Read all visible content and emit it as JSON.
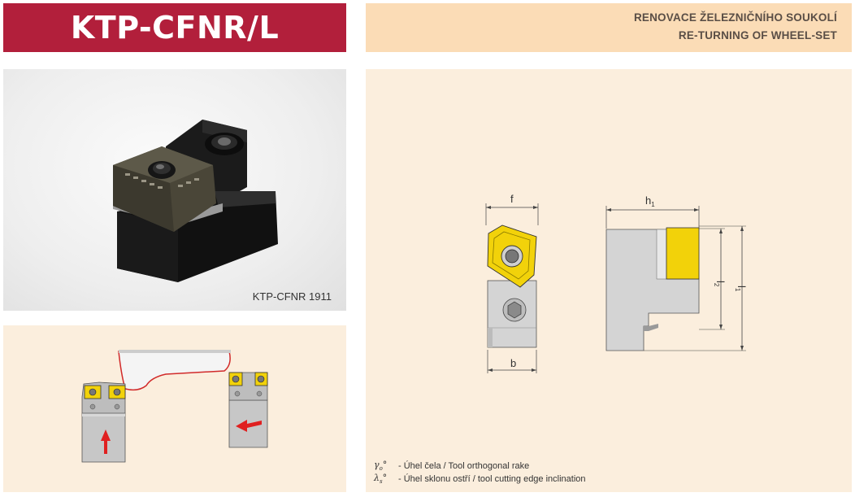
{
  "header": {
    "title": "KTP-CFNR/L",
    "subtitle_cz": "RENOVACE ŽELEZNIČNÍHO SOUKOLÍ",
    "subtitle_en": "RE-TURNING OF WHEEL-SET"
  },
  "photo": {
    "caption": "KTP-CFNR 1911"
  },
  "drawing": {
    "dim_f": "f",
    "dim_b": "b",
    "dim_h1": "h",
    "dim_h1_sub": "1",
    "dim_l1": "l",
    "dim_l1_sub": "1",
    "dim_l2": "l",
    "dim_l2_sub": "2"
  },
  "legend": [
    {
      "symbol": "γ",
      "sub": "o",
      "unit": "°",
      "text": "- Úhel čela / Tool orthogonal rake"
    },
    {
      "symbol": "λ",
      "sub": "s",
      "unit": "°",
      "text": "- Úhel sklonu ostří / tool cutting edge inclination"
    }
  ],
  "colors": {
    "title_bg": "#b21f3b",
    "subtitle_bg": "#fbdcb6",
    "panel_bg": "#fbeedd",
    "insert_yellow": "#f2d20a",
    "arrow_red": "#e02020"
  }
}
